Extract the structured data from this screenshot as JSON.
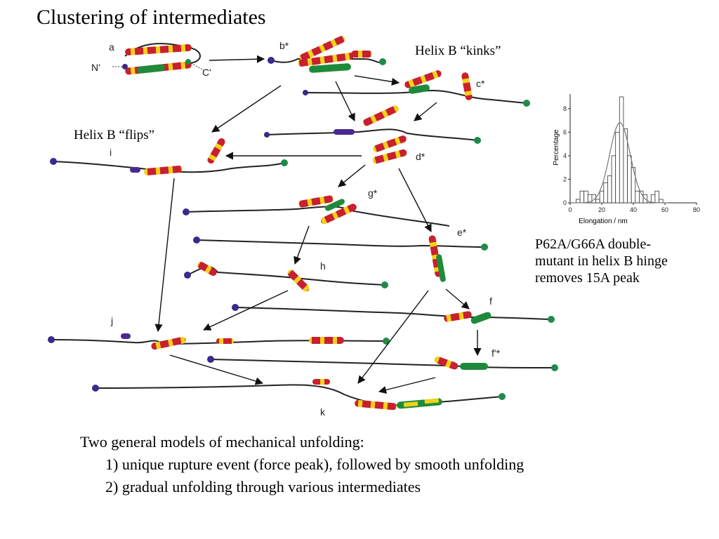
{
  "title": "Clustering of intermediates",
  "annotations": {
    "kinks": "Helix B “kinks”",
    "flips": "Helix B “flips”"
  },
  "caption": [
    "P62A/G66A double-",
    "mutant in helix B hinge",
    "removes 15A peak"
  ],
  "bottom_text": {
    "heading": "Two general models of mechanical unfolding:",
    "items": [
      "1) unique rupture event (force peak), followed by smooth unfolding",
      "2) gradual unfolding through various intermediates"
    ]
  },
  "diagram": {
    "terminal_labels": {
      "n": "N'",
      "c": "C'"
    },
    "states": [
      {
        "id": "a",
        "label": "a"
      },
      {
        "id": "b",
        "label": "b*"
      },
      {
        "id": "c",
        "label": "c*"
      },
      {
        "id": "d",
        "label": "d*"
      },
      {
        "id": "e",
        "label": "e*"
      },
      {
        "id": "f",
        "label": "f"
      },
      {
        "id": "f2",
        "label": "f'*"
      },
      {
        "id": "g",
        "label": "g*"
      },
      {
        "id": "h",
        "label": "h"
      },
      {
        "id": "i",
        "label": "i"
      },
      {
        "id": "j",
        "label": "j"
      },
      {
        "id": "k",
        "label": "k"
      }
    ],
    "colors": {
      "n_terminus": "#3a2a8a",
      "c_terminus": "#1f8a4a",
      "helix_red": "#c8202e",
      "helix_yellow": "#f2d21a",
      "helix_green": "#1f8a3a",
      "helix_purple": "#4a2a90"
    }
  },
  "chart_data": {
    "type": "bar",
    "xlabel": "Elongation / nm",
    "ylabel": "Percentage",
    "xlim": [
      0,
      80
    ],
    "ylim": [
      0,
      9
    ],
    "xticks": [
      0,
      20,
      40,
      60,
      80
    ],
    "yticks": [
      0,
      2,
      4,
      6,
      8
    ],
    "bin_width": 2.5,
    "bins": [
      {
        "x": 5,
        "y": 0.3
      },
      {
        "x": 7.5,
        "y": 1.0
      },
      {
        "x": 10,
        "y": 1.0
      },
      {
        "x": 12.5,
        "y": 0.7
      },
      {
        "x": 15,
        "y": 0.7
      },
      {
        "x": 17.5,
        "y": 0.3
      },
      {
        "x": 20,
        "y": 1.0
      },
      {
        "x": 22.5,
        "y": 1.7
      },
      {
        "x": 25,
        "y": 2.3
      },
      {
        "x": 27.5,
        "y": 4.0
      },
      {
        "x": 30,
        "y": 6.0
      },
      {
        "x": 32.5,
        "y": 9.0
      },
      {
        "x": 35,
        "y": 6.3
      },
      {
        "x": 37.5,
        "y": 4.0
      },
      {
        "x": 40,
        "y": 3.0
      },
      {
        "x": 42.5,
        "y": 1.0
      },
      {
        "x": 45,
        "y": 1.0
      },
      {
        "x": 47.5,
        "y": 0.7
      },
      {
        "x": 52.5,
        "y": 0.7
      },
      {
        "x": 55,
        "y": 1.0
      },
      {
        "x": 57.5,
        "y": 0.3
      }
    ],
    "fit": {
      "type": "gaussian",
      "mean": 31.5,
      "sd": 6.5,
      "peak": 6.8
    }
  }
}
